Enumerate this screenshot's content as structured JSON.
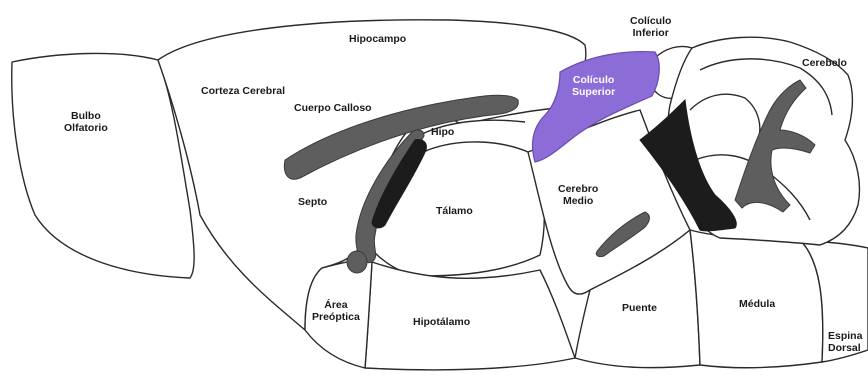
{
  "colors": {
    "outline": "#2a2a2a",
    "tract": "#5e5e5e",
    "ventricle": "#1c1c1c",
    "highlight": "#8c6cd6",
    "background": "#ffffff"
  },
  "labels": {
    "hipocampo": "Hipocampo",
    "coliculo_inferior_1": "Colículo",
    "coliculo_inferior_2": "Inferior",
    "cerebelo": "Cerebelo",
    "bulbo_1": "Bulbo",
    "bulbo_2": "Olfatorio",
    "corteza": "Corteza Cerebral",
    "cuerpo_calloso": "Cuerpo Calloso",
    "coliculo_superior_1": "Colículo",
    "coliculo_superior_2": "Superior",
    "hipo": "Hipo",
    "septo": "Septo",
    "talamo": "Tálamo",
    "cerebro_medio_1": "Cerebro",
    "cerebro_medio_2": "Medio",
    "area_preoptica_1": "Área",
    "area_preoptica_2": "Preóptica",
    "hipotalamo": "Hipotálamo",
    "puente": "Puente",
    "medula": "Médula",
    "espina_1": "Espina",
    "espina_2": "Dorsal"
  }
}
